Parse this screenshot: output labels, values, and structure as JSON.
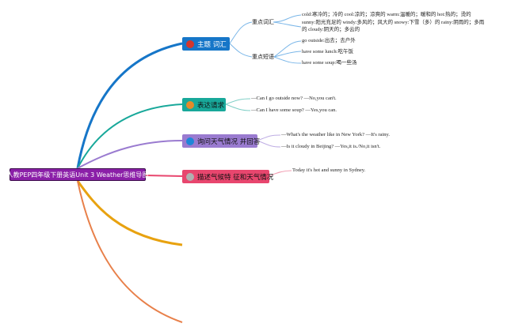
{
  "root": {
    "label": "人教PEP四年级下册英语Unit 3 Weather思维导图"
  },
  "branches": [
    {
      "label": "主题 词汇",
      "color": "#1676c8",
      "subs": [
        {
          "label": "重点词汇",
          "leaves": [
            "cold:寒冷的；冷的 cool:凉的；凉爽的 warm:温暖的；暖和的 hot:热的；烫的",
            "sunny:阳光充足的 windy:多风的；风大的 snowy:下雪（多）的 rainy:阴雨的；多雨",
            "的 cloudy:阴天的；多云的"
          ]
        },
        {
          "label": "重点短语",
          "leaves": [
            "go outside:出去；去户外",
            "have some lunch:吃午饭",
            "have some soup:喝一些汤"
          ]
        }
      ]
    },
    {
      "label": "表达请求",
      "color": "#18a89a",
      "leaves": [
        "—Can I go outside now? —No,you can't.",
        "—Can I have some soup? —Yes,you can."
      ]
    },
    {
      "label": "询问天气情况 并回答",
      "color": "#9a7bd0",
      "leaves": [
        "—What's the weather like in New York? —It's rainy.",
        "—Is it cloudy in Beijing? —Yes,it is./No,it isn't."
      ]
    },
    {
      "label": "描述气候特 征和天气情况",
      "color": "#e8466e",
      "leaves": [
        "Today it's hot and sunny in Sydney."
      ]
    }
  ],
  "extra_branch_colors": [
    "#e8a210",
    "#e8804a"
  ]
}
